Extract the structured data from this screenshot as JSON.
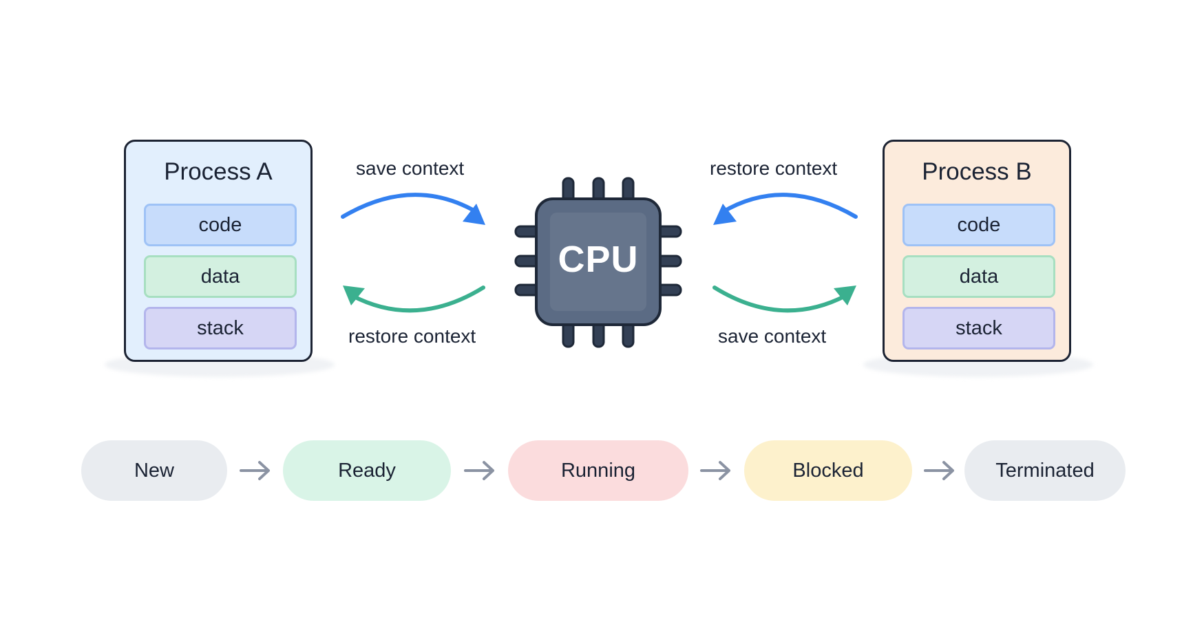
{
  "process_a": {
    "title": "Process A",
    "segments": [
      "code",
      "data",
      "stack"
    ]
  },
  "process_b": {
    "title": "Process B",
    "segments": [
      "code",
      "data",
      "stack"
    ]
  },
  "cpu": {
    "label": "CPU"
  },
  "arrows": {
    "left_top_label": "save context",
    "left_bottom_label": "restore context",
    "right_top_label": "restore context",
    "right_bottom_label": "save context"
  },
  "states": [
    "New",
    "Ready",
    "Running",
    "Blocked",
    "Terminated"
  ],
  "colors": {
    "arrow_blue": "#3380f0",
    "arrow_green": "#3bb08f",
    "cpu_body": "#5b6b84",
    "cpu_outline": "#1e2838",
    "state_arrow": "#8b93a3"
  },
  "icons": [
    "cpu-chip-icon",
    "arrow-right-icon"
  ]
}
